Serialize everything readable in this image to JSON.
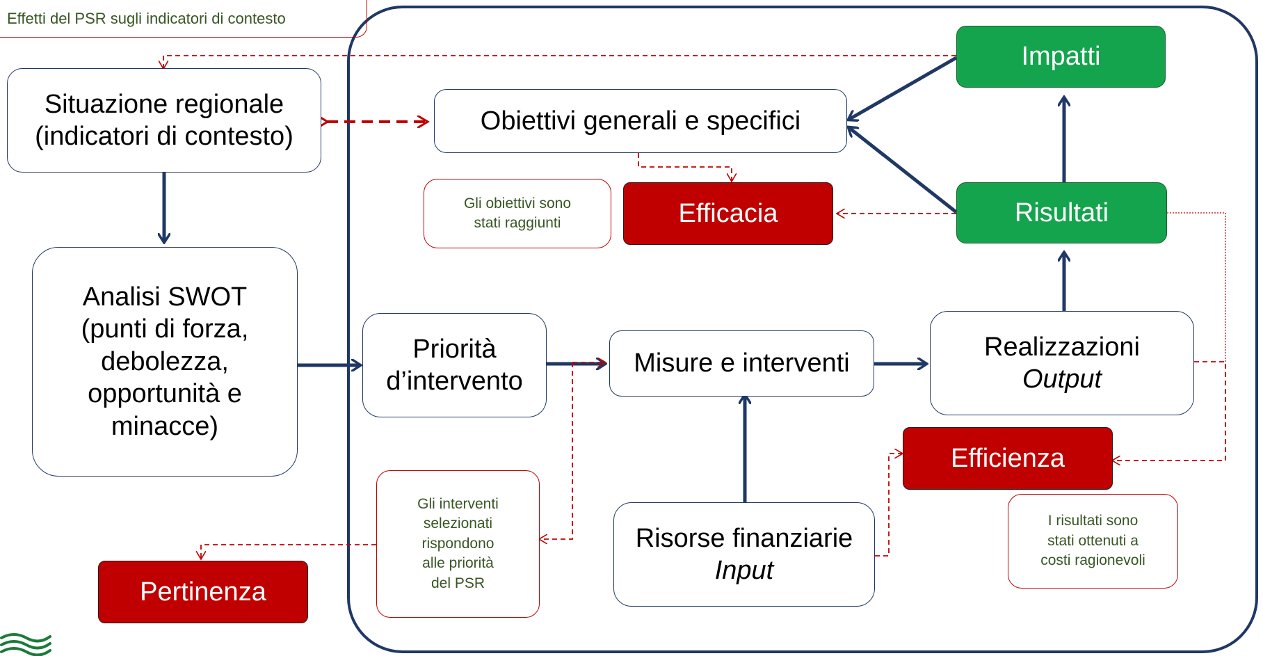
{
  "header_note": "Effetti del PSR sugli indicatori di contesto",
  "nodes": {
    "situazione": [
      "Situazione regionale",
      "(indicatori di contesto)"
    ],
    "swot": [
      "Analisi SWOT",
      "(punti di forza,",
      "debolezza,",
      "opportunità e",
      "minacce)"
    ],
    "obiettivi": "Obiettivi generali e specifici",
    "priorita": [
      "Priorità",
      "d’intervento"
    ],
    "misure": "Misure e interventi",
    "realizzazioni": {
      "line1": "Realizzazioni",
      "line2": "Output"
    },
    "risorse": {
      "line1": "Risorse finanziarie",
      "line2": "Input"
    },
    "impatti": "Impatti",
    "risultati": "Risultati"
  },
  "criteria": {
    "efficacia": "Efficacia",
    "efficienza": "Efficienza",
    "pertinenza": "Pertinenza"
  },
  "notes": {
    "efficacia_note": [
      "Gli obiettivi sono",
      "stati raggiunti"
    ],
    "pertinenza_note": [
      "Gli interventi",
      "selezionati",
      "rispondono",
      "alle priorità",
      "del PSR"
    ],
    "efficienza_note": [
      "I risultati sono",
      "stati ottenuti a",
      "costi ragionevoli"
    ]
  },
  "colors": {
    "navy": "#1f3864",
    "green": "#14a44d",
    "red": "#c00000",
    "note_text": "#375623"
  }
}
